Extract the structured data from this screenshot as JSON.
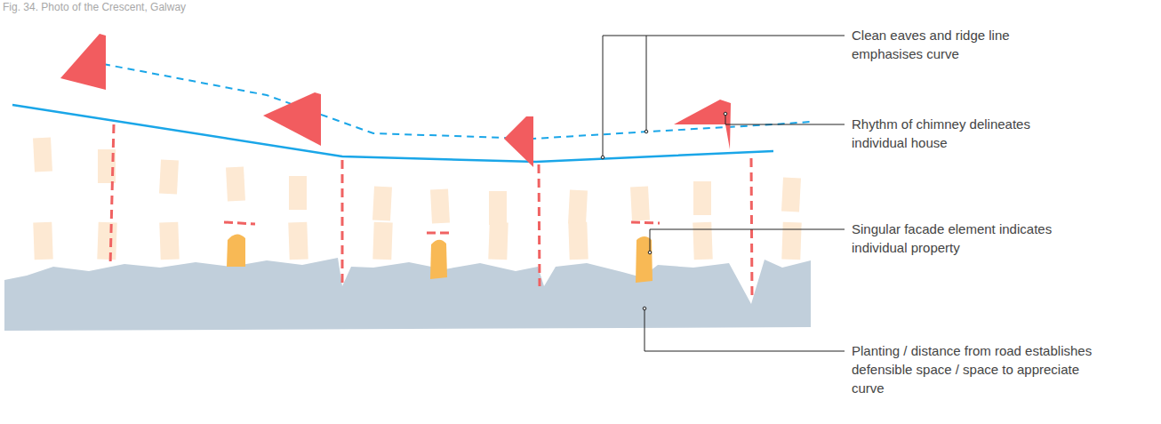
{
  "diagram": {
    "caption": "Fig. 34. Photo of the Crescent, Galway",
    "labels": [
      "Clean eaves and ridge line emphasises curve",
      "Rhythm of chimney delineates individual house",
      "Singular facade element indicates individual property",
      "Planting / distance from road establishes defensible space / space to appreciate curve"
    ]
  }
}
